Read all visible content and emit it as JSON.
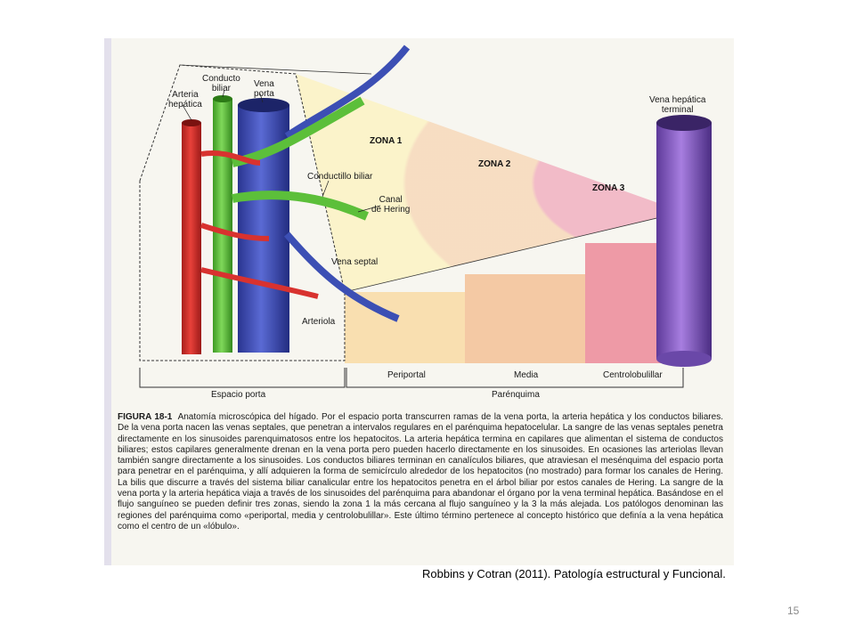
{
  "figure": {
    "labels": {
      "arteria_hepatica": "Arteria\nhepática",
      "conducto_biliar": "Conducto\nbiliar",
      "vena_porta": "Vena\nporta",
      "vena_hepatica_terminal": "Vena hepática\nterminal",
      "conductillo_biliar": "Conductillo biliar",
      "canal_de_hering": "Canal\nde Hering",
      "vena_septal": "Vena septal",
      "arteriola": "Arteriola"
    },
    "zones": [
      "ZONA 1",
      "ZONA 2",
      "ZONA 3"
    ],
    "bottom_labels": {
      "periportal": "Periportal",
      "media": "Media",
      "centrolobulillar": "Centrolobulillar",
      "espacio_porta": "Espacio porta",
      "parenquima": "Parénquima"
    },
    "caption_number": "FIGURA 18-1",
    "caption_text": "Anatomía microscópica del hígado. Por el espacio porta transcurren ramas de la vena porta, la arteria hepática y los conductos biliares. De la vena porta nacen las venas septales, que penetran a intervalos regulares en el parénquima hepatocelular. La sangre de las venas septales penetra directamente en los sinusoides parenquimatosos entre los hepatocitos. La arteria hepática termina en capilares que alimentan el sistema de conductos biliares; estos capilares generalmente drenan en la vena porta pero pueden hacerlo directamente en los sinusoides. En ocasiones las arteriolas llevan también sangre directamente a los sinusoides. Los conductos biliares terminan en canalículos biliares, que atraviesan el mesénquima del espacio porta para penetrar en el parénquima, y allí adquieren la forma de semicírculo alrededor de los hepatocitos (no mostrado) para formar los canales de Hering. La bilis que discurre a través del sistema biliar canalicular entre los hepatocitos penetra en el árbol biliar por estos canales de Hering. La sangre de la vena porta y la arteria hepática viaja a través de los sinusoides del parénquima para abandonar el órgano por la vena terminal hepática. Basándose en el flujo sanguíneo se pueden definir tres zonas, siendo la zona 1 la más cercana al flujo sanguíneo y la 3 la más alejada. Los patólogos denominan las regiones del parénquima como «periportal, media y centrolobulillar». Este último término pertenece al concepto histórico que definía a la vena hepática como el centro de un «lóbulo».",
    "colors": {
      "artery": "#d8322f",
      "bile_duct": "#5cbf3a",
      "portal_vein": "#3c4fb4",
      "hepatic_vein": "#8a5cc4",
      "zone1": "#fbf3c8",
      "zone2": "#f7dcc0",
      "zone3": "#f2b8c6"
    }
  },
  "citation": "Robbins y Cotran (2011). Patología estructural y Funcional.",
  "slide_number": "15"
}
